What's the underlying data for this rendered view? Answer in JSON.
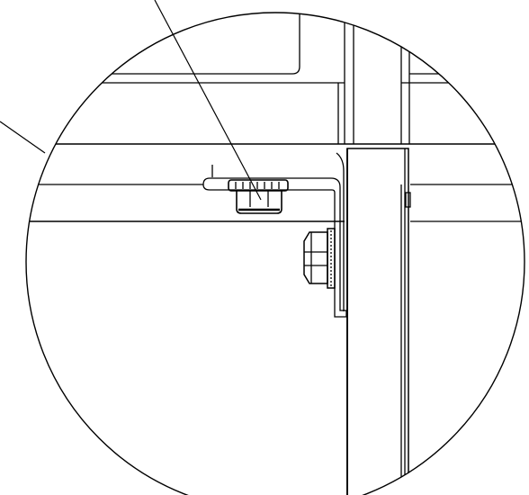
{
  "drawing": {
    "style": "technical line drawing, detail view",
    "line_color": "#000000",
    "background_color": "#ffffff",
    "parts": [
      "detail-circle",
      "leader-line-left",
      "leader-line-top",
      "horizontal-rail",
      "vertical-post",
      "angle-bracket",
      "nut-fastener",
      "hex-bolt",
      "washer"
    ]
  }
}
